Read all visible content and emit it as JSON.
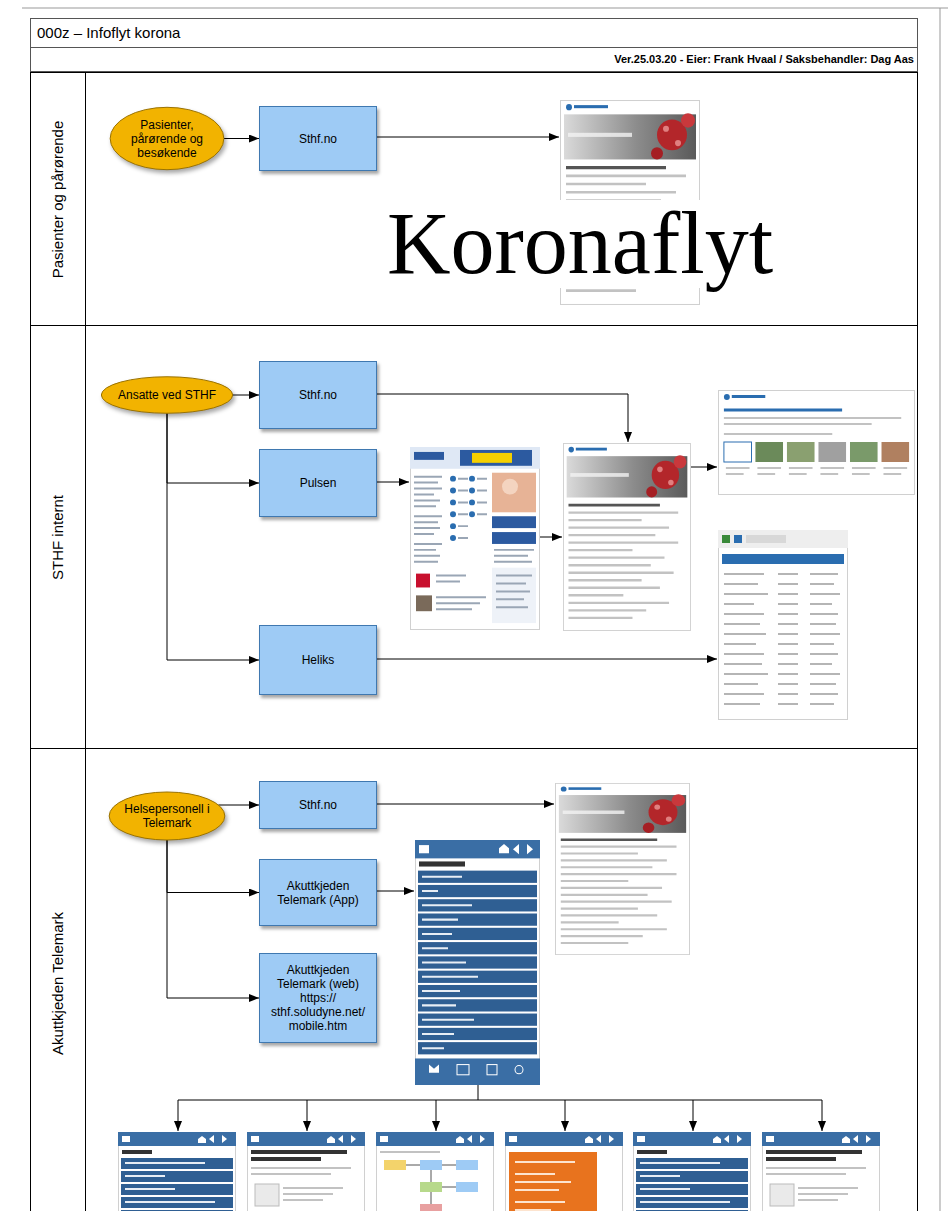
{
  "diagram": {
    "title": "000z – Infoflyt korona",
    "nodes": [
      {
        "text": [
          "Pasienter og pårørende"
        ]
      },
      {
        "text": [
          "Pasienter, pårørende og besøkende"
        ],
        "in": 0
      },
      {
        "text": [
          "Sthf.no"
        ],
        "in": 0
      },
      {
        "text": [
          "STHF internt"
        ]
      },
      {
        "text": [
          "Ansatte ved STHF"
        ],
        "in": 3
      },
      {
        "text": [
          "Sthf.no"
        ],
        "in": 3
      },
      {
        "text": [
          "Pulsen"
        ],
        "in": 3
      },
      {
        "text": [
          "Heliks"
        ],
        "in": 3
      },
      {
        "text": [
          "Akuttkjeden Telemark"
        ]
      },
      {
        "text": [
          "Helsepersonell i Telemark"
        ],
        "in": 8
      },
      {
        "text": [
          "Sthf.no"
        ],
        "in": 8
      },
      {
        "text": [
          "Akuttkjeden Telemark (App)"
        ],
        "in": 8
      },
      {
        "text": [
          "Akuttkjeden Telemark (web) https:// sthf.soludyne.net/ mobile.htm"
        ],
        "in": 8
      }
    ],
    "edges": [
      {
        "from": 1,
        "to": 2,
        "arrow": "to"
      },
      {
        "from": 4,
        "to": 5,
        "arrow": "to"
      },
      {
        "from": 4,
        "to": 6,
        "arrow": "to"
      },
      {
        "from": 4,
        "to": 7,
        "arrow": "to"
      },
      {
        "from": 9,
        "to": 10,
        "arrow": "to"
      },
      {
        "from": 9,
        "to": 11,
        "arrow": "to"
      },
      {
        "from": 9,
        "to": 12,
        "arrow": "to"
      }
    ],
    "labels": [
      "Ver.25.03.20 - Eier: Frank Hvaal / Saksbehandler: Dag Aas",
      "Koronaflyt"
    ]
  }
}
